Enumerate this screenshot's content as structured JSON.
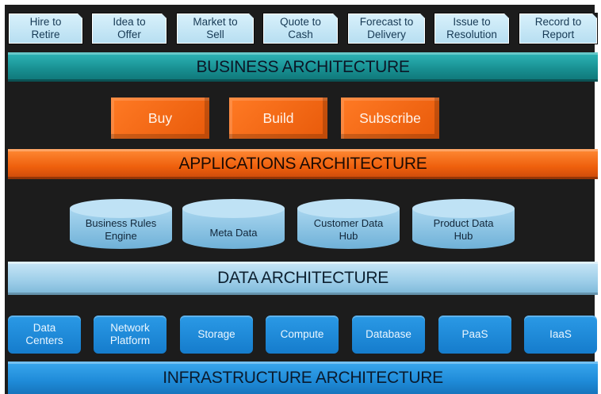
{
  "processes": [
    {
      "label": "Hire to\nRetire"
    },
    {
      "label": "Idea to\nOffer"
    },
    {
      "label": "Market to\nSell"
    },
    {
      "label": "Quote to\nCash"
    },
    {
      "label": "Forecast to\nDelivery"
    },
    {
      "label": "Issue to\nResolution"
    },
    {
      "label": "Record to\nReport"
    }
  ],
  "business_architecture": {
    "label": "BUSINESS ARCHITECTURE",
    "color": "#178d8f"
  },
  "applications": [
    {
      "label": "Buy"
    },
    {
      "label": "Build"
    },
    {
      "label": "Subscribe"
    }
  ],
  "applications_architecture": {
    "label": "APPLICATIONS ARCHITECTURE",
    "color": "#ee5f0c"
  },
  "data_stores": [
    {
      "label": "Business Rules\nEngine"
    },
    {
      "label": "Meta Data"
    },
    {
      "label": "Customer Data\nHub"
    },
    {
      "label": "Product Data\nHub"
    }
  ],
  "data_architecture": {
    "label": "DATA ARCHITECTURE",
    "color": "#9ccde8"
  },
  "infrastructure": [
    {
      "label": "Data\nCenters"
    },
    {
      "label": "Network\nPlatform"
    },
    {
      "label": "Storage"
    },
    {
      "label": "Compute"
    },
    {
      "label": "Database"
    },
    {
      "label": "PaaS"
    },
    {
      "label": "IaaS"
    }
  ],
  "infrastructure_architecture": {
    "label": "INFRASTRUCTURE ARCHITECTURE",
    "color": "#1f8bd8"
  }
}
